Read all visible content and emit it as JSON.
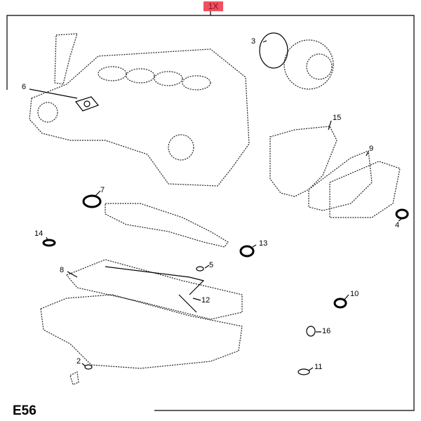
{
  "header_badge": "1X",
  "diagram_code": "E56",
  "callouts": [
    "3",
    "6",
    "15",
    "9",
    "7",
    "4",
    "14",
    "13",
    "8",
    "5",
    "12",
    "10",
    "16",
    "2",
    "11"
  ]
}
